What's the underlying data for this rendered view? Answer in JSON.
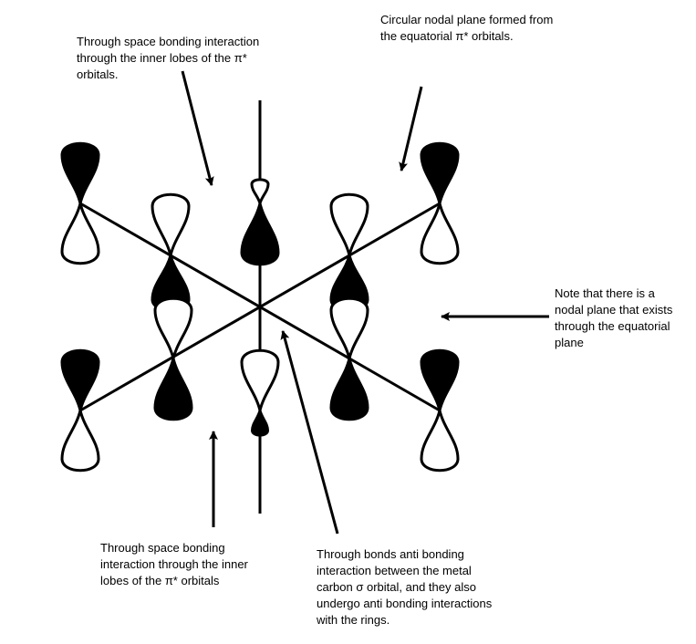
{
  "annotations": {
    "top_left": [
      "Through space bonding interaction",
      "through the inner lobes of the  π*",
      "orbitals."
    ],
    "top_right": [
      "Circular nodal plane formed from",
      "the equatorial π* orbitals."
    ],
    "right": [
      "Note that there is a",
      "nodal plane that exists",
      "through the equatorial",
      "plane"
    ],
    "bottom_left": [
      "Through space bonding",
      "interaction through the inner",
      "lobes of the  π* orbitals"
    ],
    "bottom_right": [
      "Through bonds anti bonding",
      "interaction between the metal",
      "carbon σ orbital, and they also",
      "undergo anti bonding interactions",
      "with the rings."
    ]
  },
  "colors": {
    "ink": "#000000",
    "background": "#ffffff"
  }
}
